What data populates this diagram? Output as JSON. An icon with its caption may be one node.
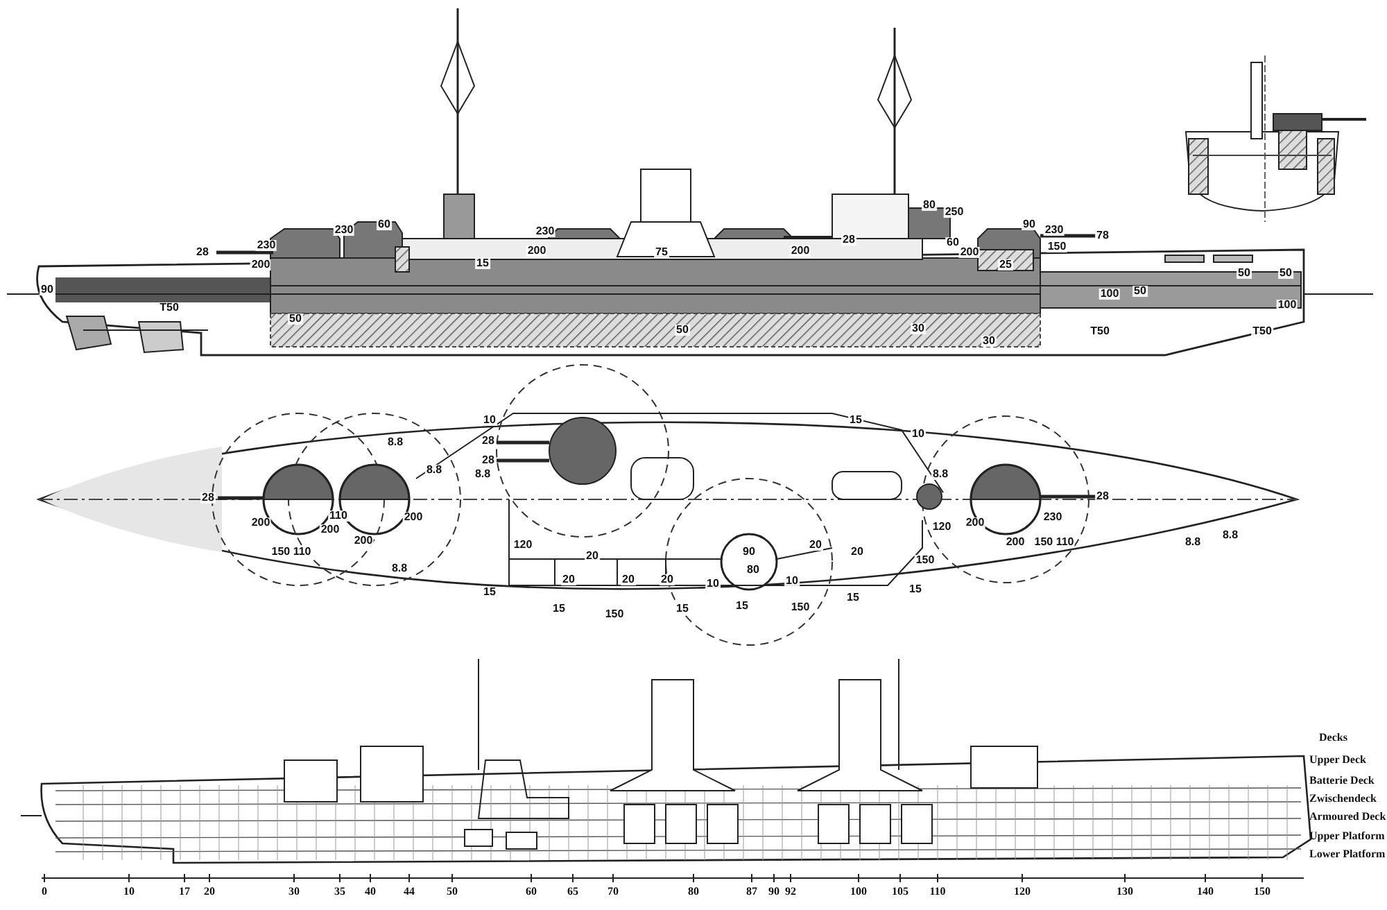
{
  "diagram": {
    "labels": [
      "90",
      "28",
      "230",
      "200",
      "230",
      "60",
      "T50",
      "50",
      "230",
      "200",
      "15",
      "75",
      "50",
      "28",
      "200",
      "80",
      "250",
      "60",
      "90",
      "230",
      "78",
      "150",
      "200",
      "25",
      "100",
      "50",
      "50",
      "50",
      "100",
      "30",
      "30",
      "T50",
      "T50",
      "8.8",
      "10",
      "28",
      "28",
      "8.8",
      "8.8",
      "28",
      "200",
      "110",
      "200",
      "200",
      "200",
      "150 110",
      "120",
      "20",
      "8.8",
      "20",
      "20",
      "20",
      "15",
      "15",
      "150",
      "15",
      "15",
      "10",
      "8.8",
      "28",
      "230",
      "200",
      "120",
      "200",
      "150 110",
      "8.8",
      "8.8",
      "90",
      "20",
      "20",
      "150",
      "80",
      "10",
      "10",
      "15",
      "15",
      "15",
      "150",
      "Decks",
      "Upper Deck",
      "Batterie Deck",
      "Zwischendeck",
      "Armoured Deck",
      "Upper Platform",
      "Lower Platform",
      "0",
      "10",
      "17",
      "20",
      "30",
      "35",
      "40",
      "44",
      "50",
      "60",
      "65",
      "70",
      "80",
      "87",
      "90",
      "92",
      "100",
      "105",
      "110",
      "120",
      "130",
      "140",
      "150"
    ]
  }
}
